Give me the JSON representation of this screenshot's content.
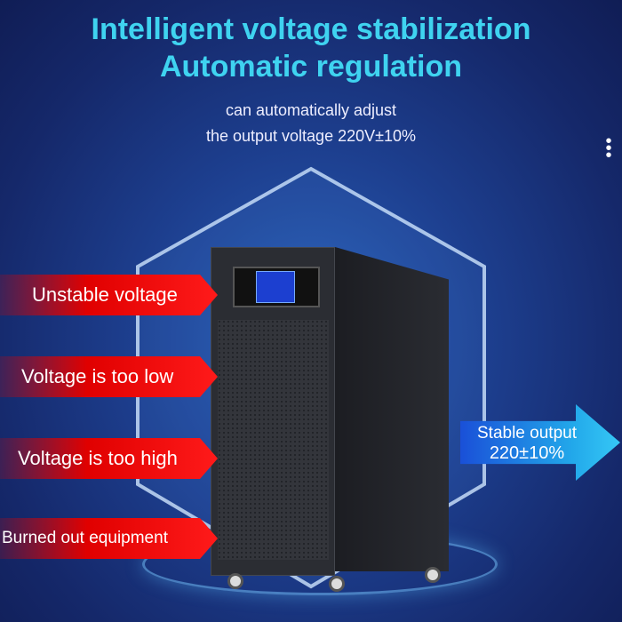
{
  "headline": {
    "line1": "Intelligent voltage stabilization",
    "line2": "Automatic regulation"
  },
  "subtitle": {
    "line1": "can automatically adjust",
    "line2": "the output voltage 220V±10%"
  },
  "problems": [
    "Unstable voltage",
    "Voltage is too low",
    "Voltage is too high",
    "Burned out equipment"
  ],
  "output": {
    "line1": "Stable output",
    "line2": "220±10%"
  },
  "colors": {
    "headline": "#3fd3f0",
    "problem_arrow": "#e00000",
    "output_arrow": "#22a8ea"
  }
}
